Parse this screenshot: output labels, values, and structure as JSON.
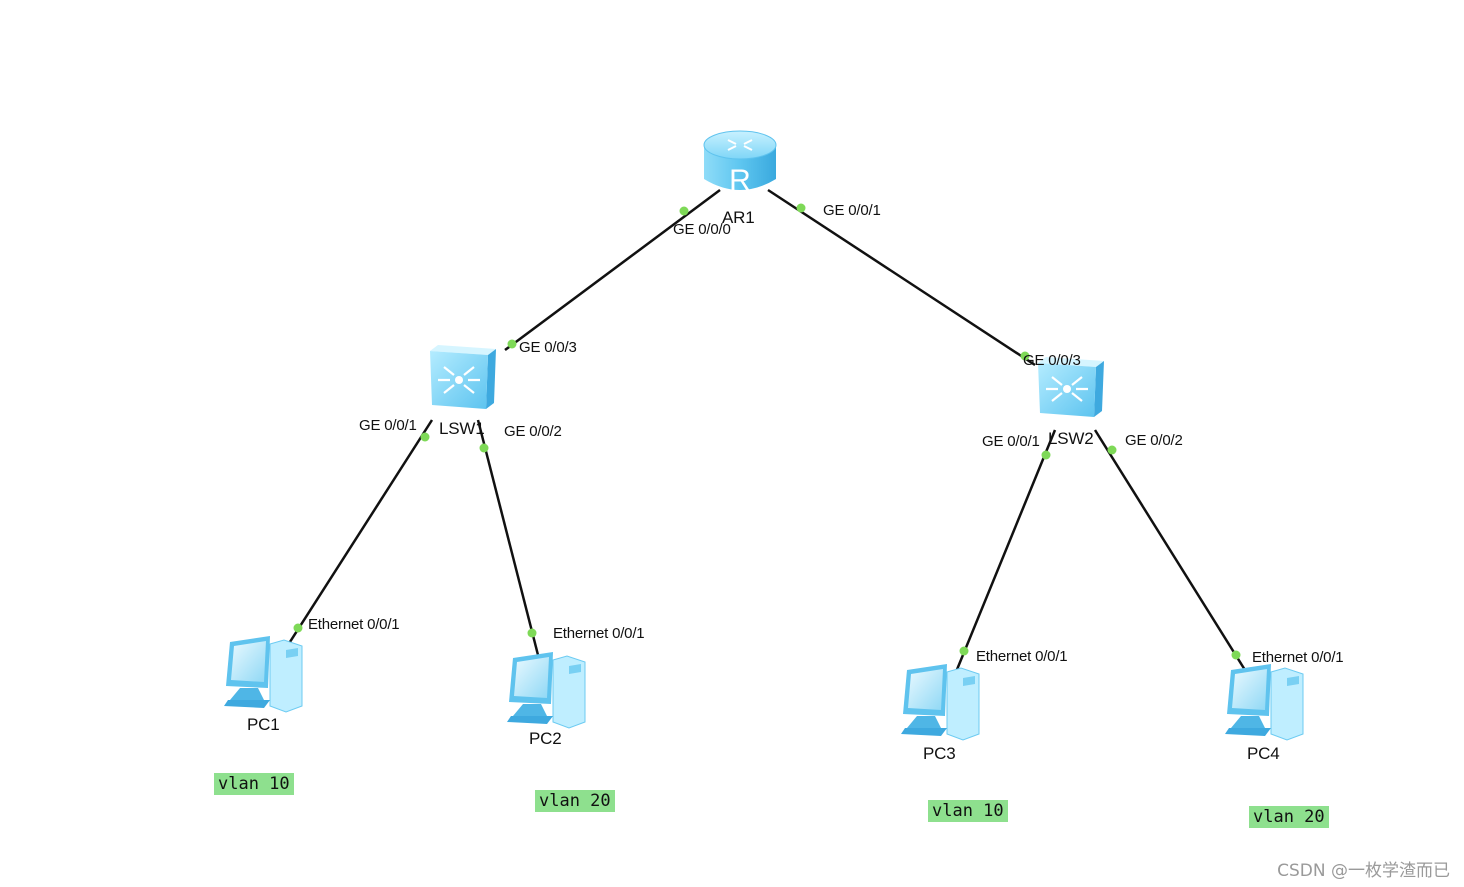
{
  "devices": {
    "router": {
      "name": "AR1",
      "glyph": "R"
    },
    "switches": [
      {
        "name": "LSW1"
      },
      {
        "name": "LSW2"
      }
    ],
    "pcs": [
      {
        "name": "PC1",
        "port": "Ethernet 0/0/1",
        "vlan": "vlan 10"
      },
      {
        "name": "PC2",
        "port": "Ethernet 0/0/1",
        "vlan": "vlan 20"
      },
      {
        "name": "PC3",
        "port": "Ethernet 0/0/1",
        "vlan": "vlan 10"
      },
      {
        "name": "PC4",
        "port": "Ethernet 0/0/1",
        "vlan": "vlan 20"
      }
    ]
  },
  "ports": {
    "ar1_left": "GE 0/0/0",
    "ar1_right": "GE 0/0/1",
    "lsw1_up": "GE 0/0/3",
    "lsw1_left": "GE 0/0/1",
    "lsw1_right": "GE 0/0/2",
    "lsw2_up": "GE 0/0/3",
    "lsw2_left": "GE 0/0/1",
    "lsw2_right": "GE 0/0/2"
  },
  "colors": {
    "link": "#111111",
    "port_dot": "#7ed957",
    "vlan_bg": "#8ee08e",
    "device_blue": "#5fc3ee"
  },
  "watermark": "CSDN @一枚学渣而已"
}
